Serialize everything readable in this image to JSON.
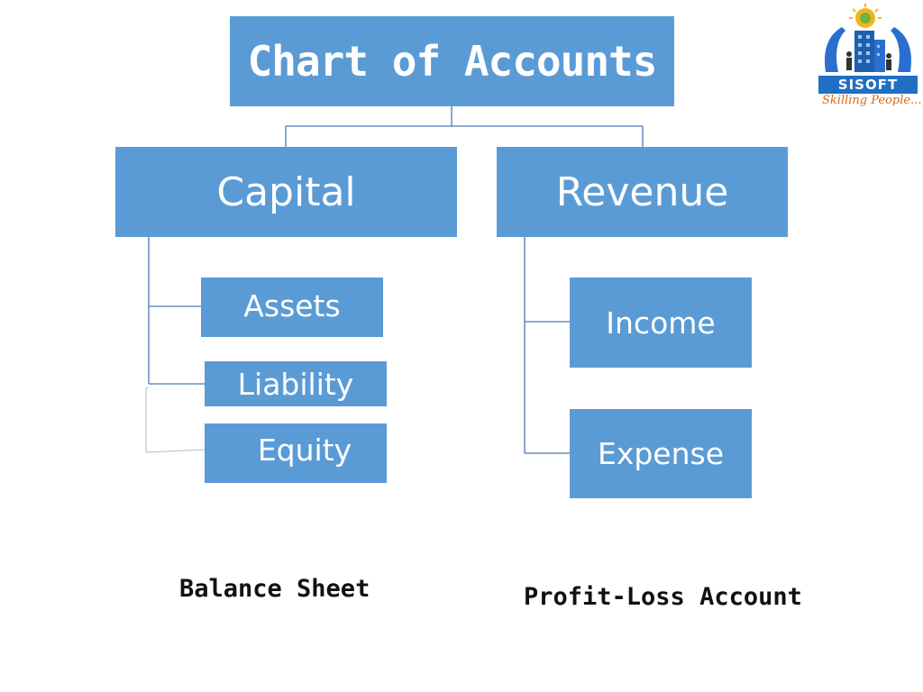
{
  "diagram": {
    "title": "Chart of Accounts",
    "branches": [
      {
        "label": "Capital",
        "children": [
          "Assets",
          "Liability",
          "Equity"
        ]
      },
      {
        "label": "Revenue",
        "children": [
          "Income",
          "Expense"
        ]
      }
    ],
    "captions": {
      "left": "Balance Sheet",
      "right": "Profit-Loss Account"
    }
  },
  "logo": {
    "name": "SISOFT",
    "tagline": "Skilling People..."
  },
  "colors": {
    "box_fill": "#5b9bd5",
    "box_text": "#ffffff",
    "connector": "#4a78b8"
  }
}
